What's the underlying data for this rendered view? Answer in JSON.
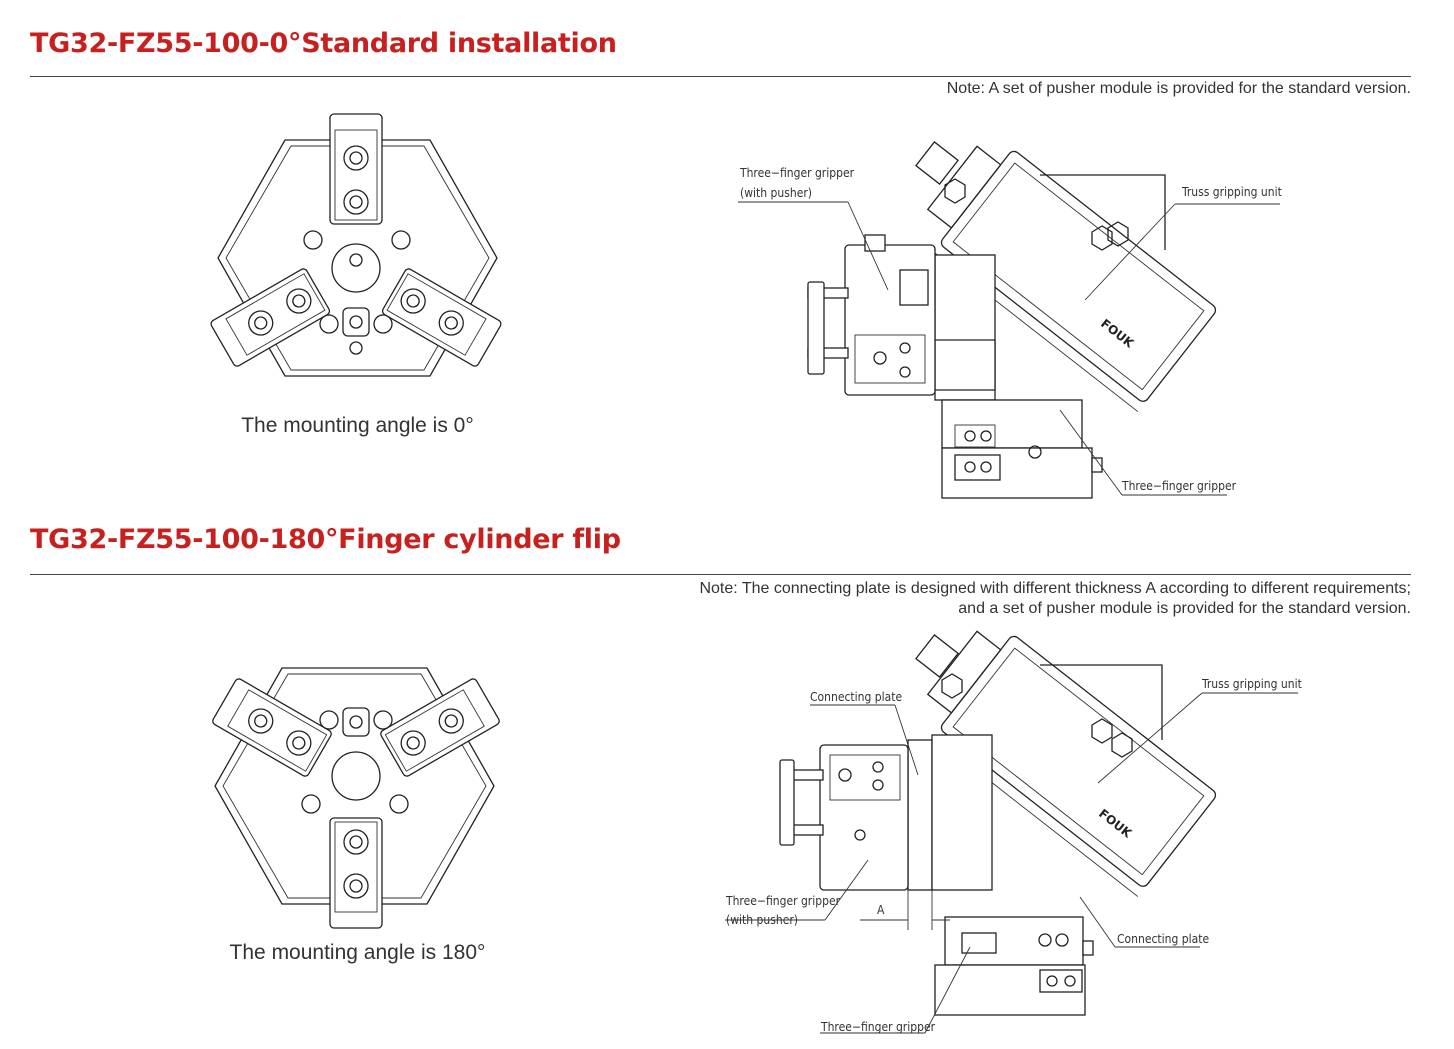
{
  "section1": {
    "title": "TG32-FZ55-100-0°Standard installation",
    "note": "Note: A set of pusher module is provided for the standard version.",
    "caption": "The mounting angle is 0°",
    "labels": {
      "gripper_with_pusher_l1": "Three−finger gripper",
      "gripper_with_pusher_l2": "(with pusher)",
      "truss_unit": "Truss gripping unit",
      "gripper": "Three−finger gripper",
      "logo": "FOUK"
    }
  },
  "section2": {
    "title": "TG32-FZ55-100-180°Finger cylinder flip",
    "note_line1": "Note: The connecting plate is designed with different thickness A according to different requirements;",
    "note_line2": "and a set of pusher module is provided for the standard version.",
    "caption": "The mounting angle is 180°",
    "labels": {
      "connecting_plate_top": "Connecting plate",
      "truss_unit": "Truss gripping unit",
      "gripper_with_pusher_l1": "Three−finger gripper",
      "gripper_with_pusher_l2": "(with pusher)",
      "dimension_a": "A",
      "connecting_plate_right": "Connecting plate",
      "gripper_bottom": "Three−finger gripper",
      "logo": "FOUK"
    }
  }
}
